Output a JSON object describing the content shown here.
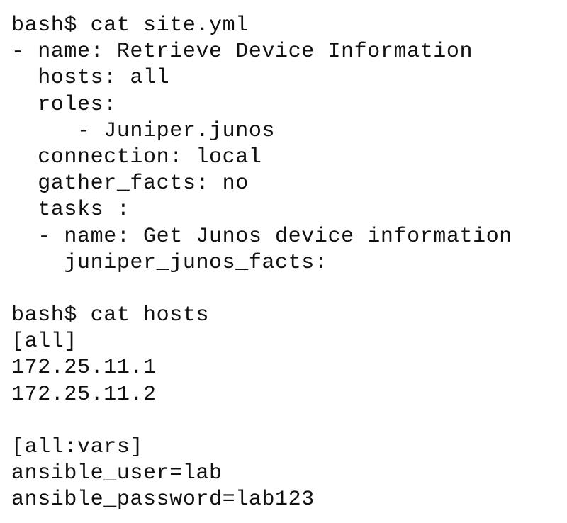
{
  "terminal": {
    "lines": [
      "bash$ cat site.yml",
      "- name: Retrieve Device Information",
      "  hosts: all",
      "  roles:",
      "     - Juniper.junos",
      "  connection: local",
      "  gather_facts: no",
      "  tasks :",
      "  - name: Get Junos device information",
      "    juniper_junos_facts:",
      "",
      "bash$ cat hosts",
      "[all]",
      "172.25.11.1",
      "172.25.11.2",
      "",
      "[all:vars]",
      "ansible_user=lab",
      "ansible_password=lab123"
    ]
  }
}
